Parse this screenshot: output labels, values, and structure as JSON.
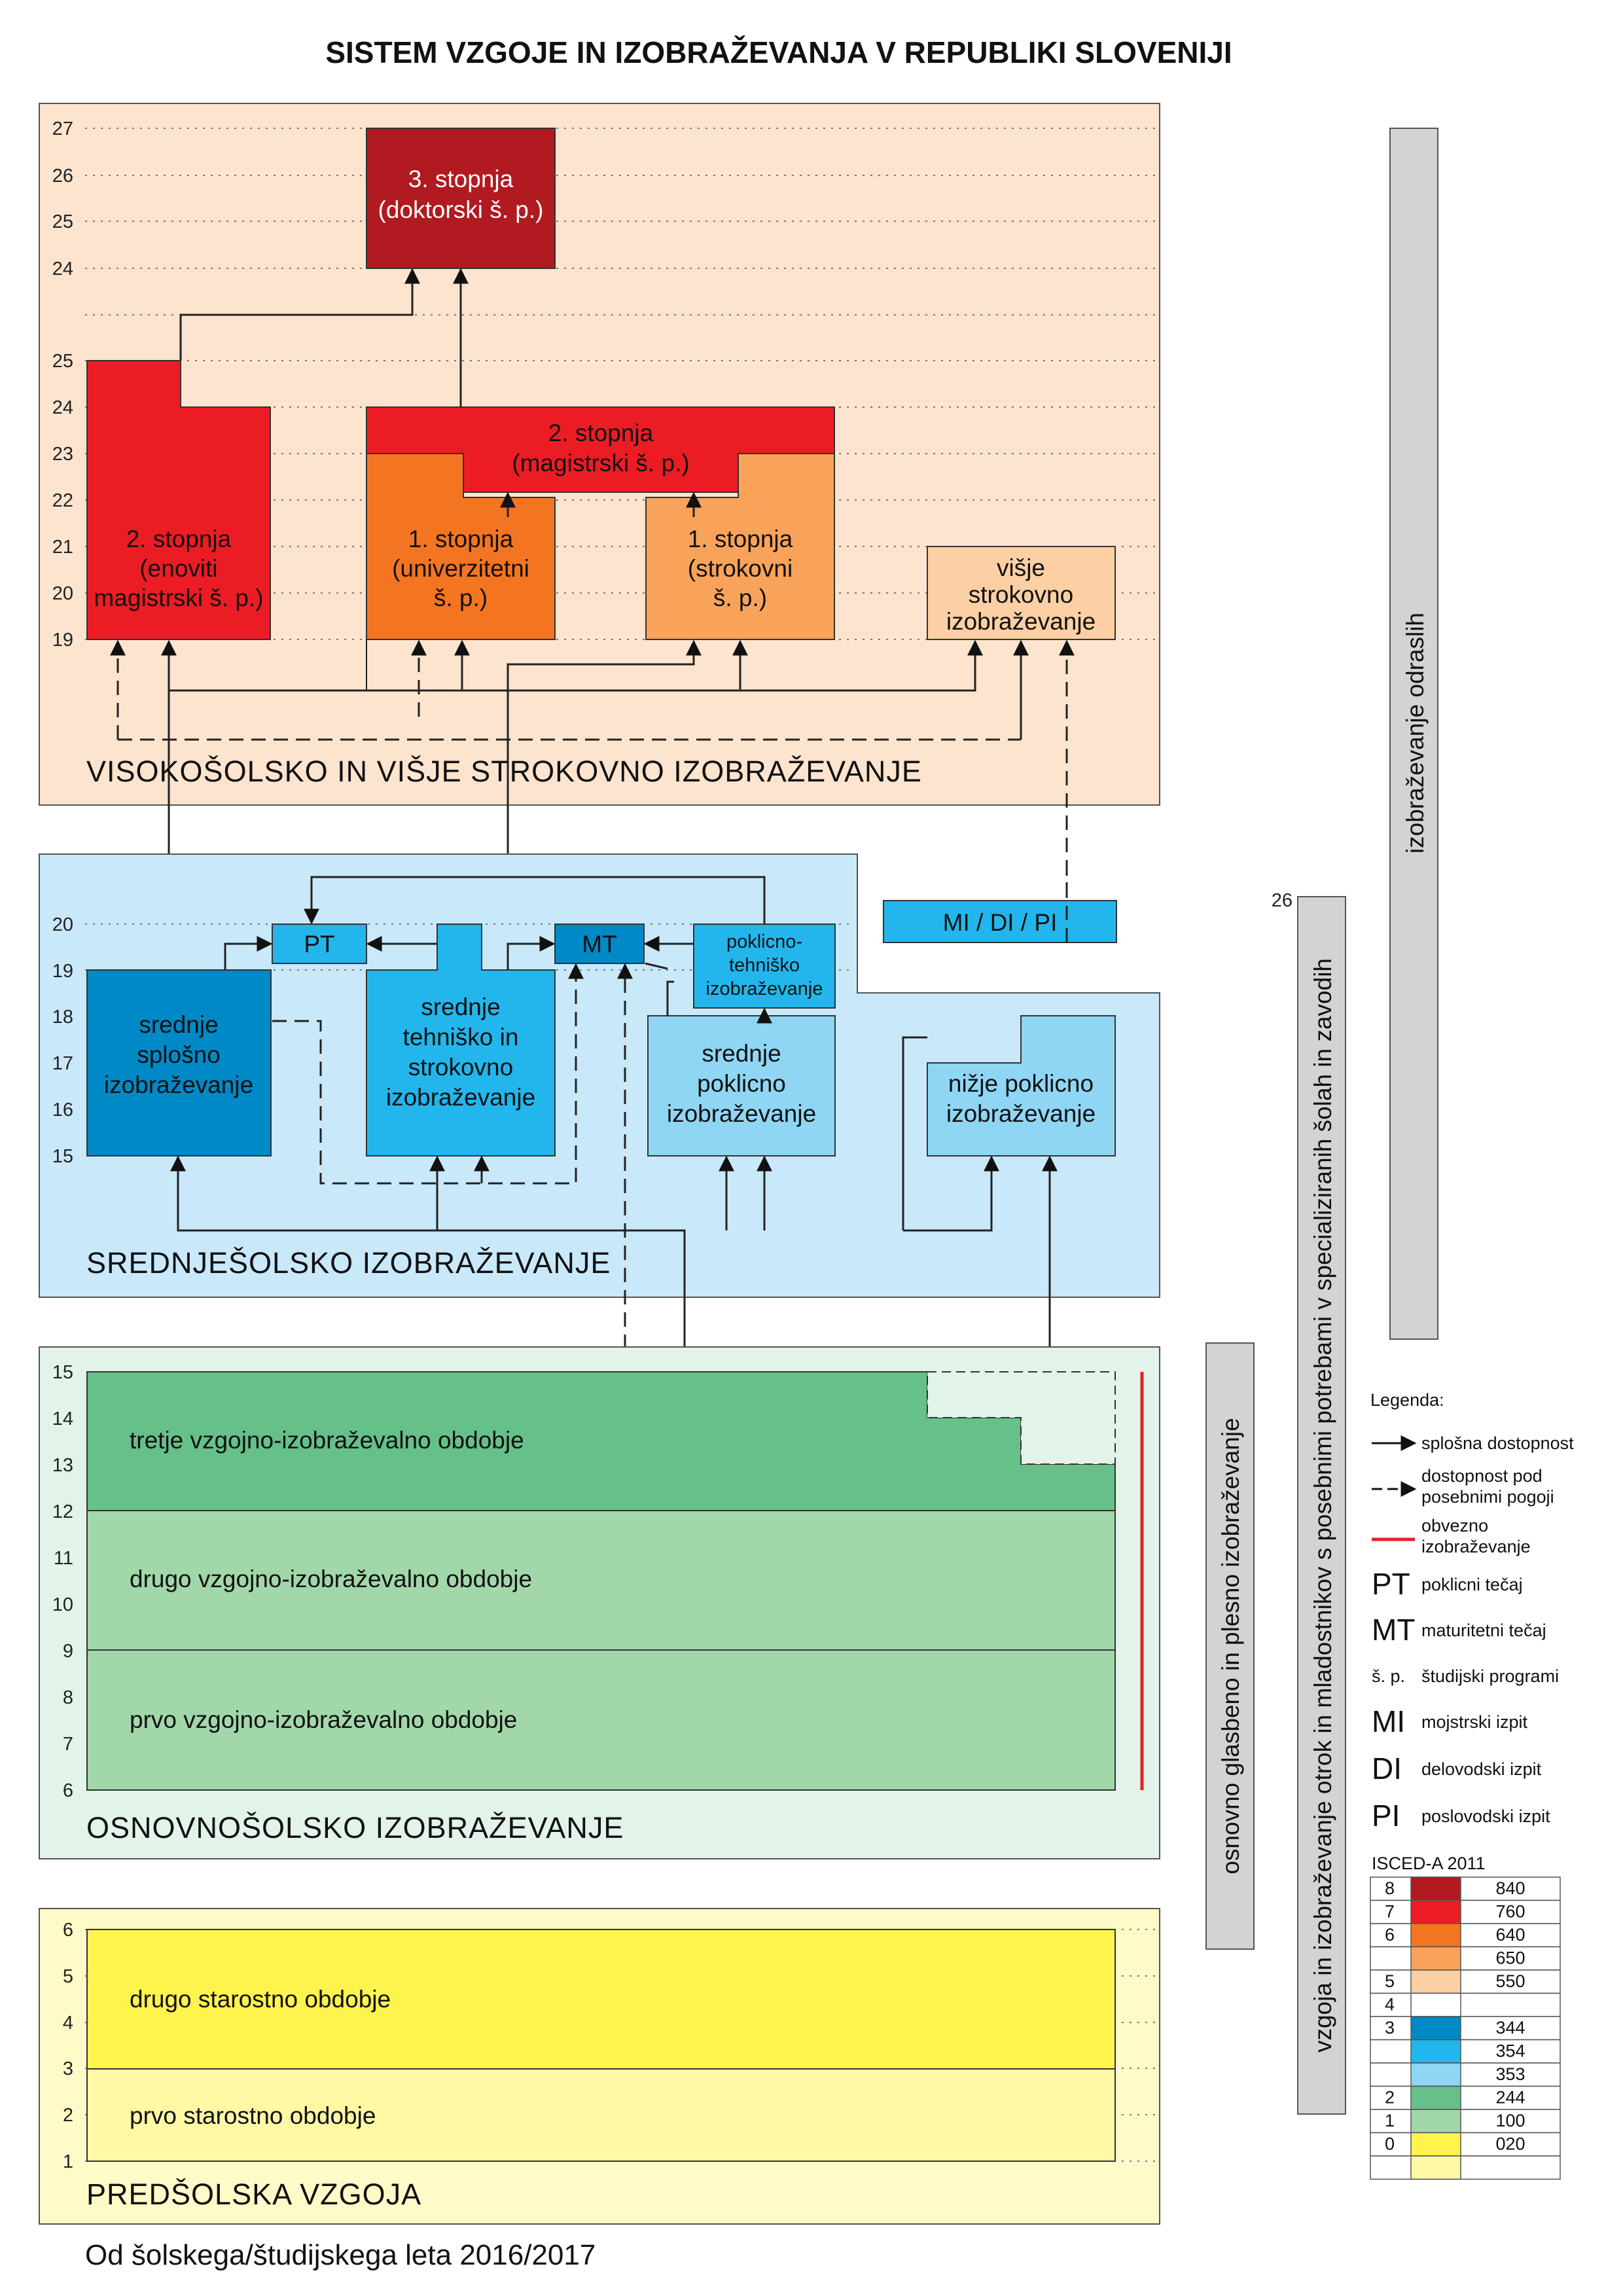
{
  "title": "SISTEM VZGOJE IN IZOBRAŽEVANJA V REPUBLIKI SLOVENIJI",
  "footer": "Od šolskega/študijskega leta 2016/2017",
  "sections": {
    "higher": "VISOKOŠOLSKO IN VIŠJE STROKOVNO IZOBRAŽEVANJE",
    "secondary": "SREDNJEŠOLSKO IZOBRAŽEVANJE",
    "basic": "OSNOVNOŠOLSKO IZOBRAŽEVANJE",
    "preschool": "PREDŠOLSKA VZGOJA"
  },
  "axis": {
    "higher_top": [
      "27",
      "26",
      "25",
      "24"
    ],
    "higher_bottom": [
      "25",
      "24",
      "23",
      "22",
      "21",
      "20",
      "19"
    ],
    "secondary": [
      "20",
      "19",
      "18",
      "17",
      "16",
      "15"
    ],
    "basic": [
      "15",
      "14",
      "13",
      "12",
      "11",
      "10",
      "9",
      "8",
      "7",
      "6"
    ],
    "preschool": [
      "6",
      "5",
      "4",
      "3",
      "2",
      "1"
    ]
  },
  "boxes": {
    "doctoral": [
      "3. stopnja",
      "(doktorski š. p.)"
    ],
    "master": [
      "2. stopnja",
      "(magistrski š. p.)"
    ],
    "integrated_master": [
      "2. stopnja",
      "(enoviti",
      "magistrski š. p.)"
    ],
    "university": [
      "1. stopnja",
      "(univerzitetni",
      "š. p.)"
    ],
    "professional": [
      "1. stopnja",
      "(strokovni",
      "š. p.)"
    ],
    "short_cycle": [
      "višje",
      "strokovno",
      "izobraževanje"
    ],
    "general_secondary": [
      "srednje",
      "splošno",
      "izobraževanje"
    ],
    "technical_secondary": [
      "srednje",
      "tehniško in",
      "strokovno",
      "izobraževanje"
    ],
    "vocational_secondary": [
      "srednje",
      "poklicno",
      "izobraževanje"
    ],
    "vocational_technical": [
      "poklicno-",
      "tehniško",
      "izobraževanje"
    ],
    "lower_vocational": [
      "nižje poklicno",
      "izobraževanje"
    ],
    "pt": "PT",
    "mt": "MT",
    "mi_di_pi": "MI / DI / PI",
    "third_period": "tretje vzgojno-izobraževalno obdobje",
    "second_period": "drugo vzgojno-izobraževalno obdobje",
    "first_period": "prvo vzgojno-izobraževalno obdobje",
    "second_age": "drugo starostno obdobje",
    "first_age": "prvo starostno obdobje"
  },
  "side_bars": {
    "music": "osnovno glasbeno in plesno izobraževanje",
    "special_needs": "vzgoja in izobraževanje otrok in mladostnikov s posebnimi potrebami v specializiranih šolah in zavodih",
    "special_needs_age": "26",
    "adult": "izobraževanje odraslih"
  },
  "legend": {
    "title": "Legenda:",
    "general_access": "splošna dostopnost",
    "special_access": [
      "dostopnost pod",
      "posebnimi pogoji"
    ],
    "compulsory": [
      "obvezno",
      "izobraževanje"
    ],
    "abbreviations": [
      {
        "abbr": "PT",
        "text": "poklicni tečaj"
      },
      {
        "abbr": "MT",
        "text": "maturitetni tečaj"
      },
      {
        "abbr": "š. p.",
        "text": "študijski programi"
      },
      {
        "abbr": "MI",
        "text": "mojstrski izpit"
      },
      {
        "abbr": "DI",
        "text": "delovodski izpit"
      },
      {
        "abbr": "PI",
        "text": "poslovodski izpit"
      }
    ],
    "isced_title": "ISCED-A  2011",
    "isced_rows": [
      {
        "level": "8",
        "code": "840",
        "color": "#b11a20"
      },
      {
        "level": "7",
        "code": "760",
        "color": "#ec1c24"
      },
      {
        "level": "6",
        "code": "640",
        "color": "#f47521"
      },
      {
        "level": "",
        "code": "650",
        "color": "#f9a35a"
      },
      {
        "level": "5",
        "code": "550",
        "color": "#fcd0a4"
      },
      {
        "level": "4",
        "code": "",
        "color": "#ffffff"
      },
      {
        "level": "3",
        "code": "344",
        "color": "#0089c7"
      },
      {
        "level": "",
        "code": "354",
        "color": "#22b6ec"
      },
      {
        "level": "",
        "code": "353",
        "color": "#8fd6f5"
      },
      {
        "level": "2",
        "code": "244",
        "color": "#66c08a"
      },
      {
        "level": "1",
        "code": "100",
        "color": "#a2d7aa"
      },
      {
        "level": "0",
        "code": "020",
        "color": "#fff34e"
      },
      {
        "level": "",
        "code": "",
        "color": "#fff9a6"
      }
    ]
  },
  "colors": {
    "higher_bg": "#fde4cf",
    "secondary_bg": "#c9e9fb",
    "basic_bg": "#e2f3ea",
    "preschool_bg": "#fffbc8",
    "doctoral": "#b11a20",
    "master": "#ec1c24",
    "university": "#f47521",
    "professional": "#f9a35a",
    "short_cycle": "#fcd0a4",
    "dark_blue": "#0089c7",
    "mid_blue": "#22b6ec",
    "light_blue": "#8fd6f5",
    "green_dark": "#66c08a",
    "green_light": "#a2d7aa",
    "yellow": "#fff34e",
    "yellow_light": "#fff9a6",
    "compulsory": "#e0232a",
    "grey_bar": "#d1d3d4"
  }
}
